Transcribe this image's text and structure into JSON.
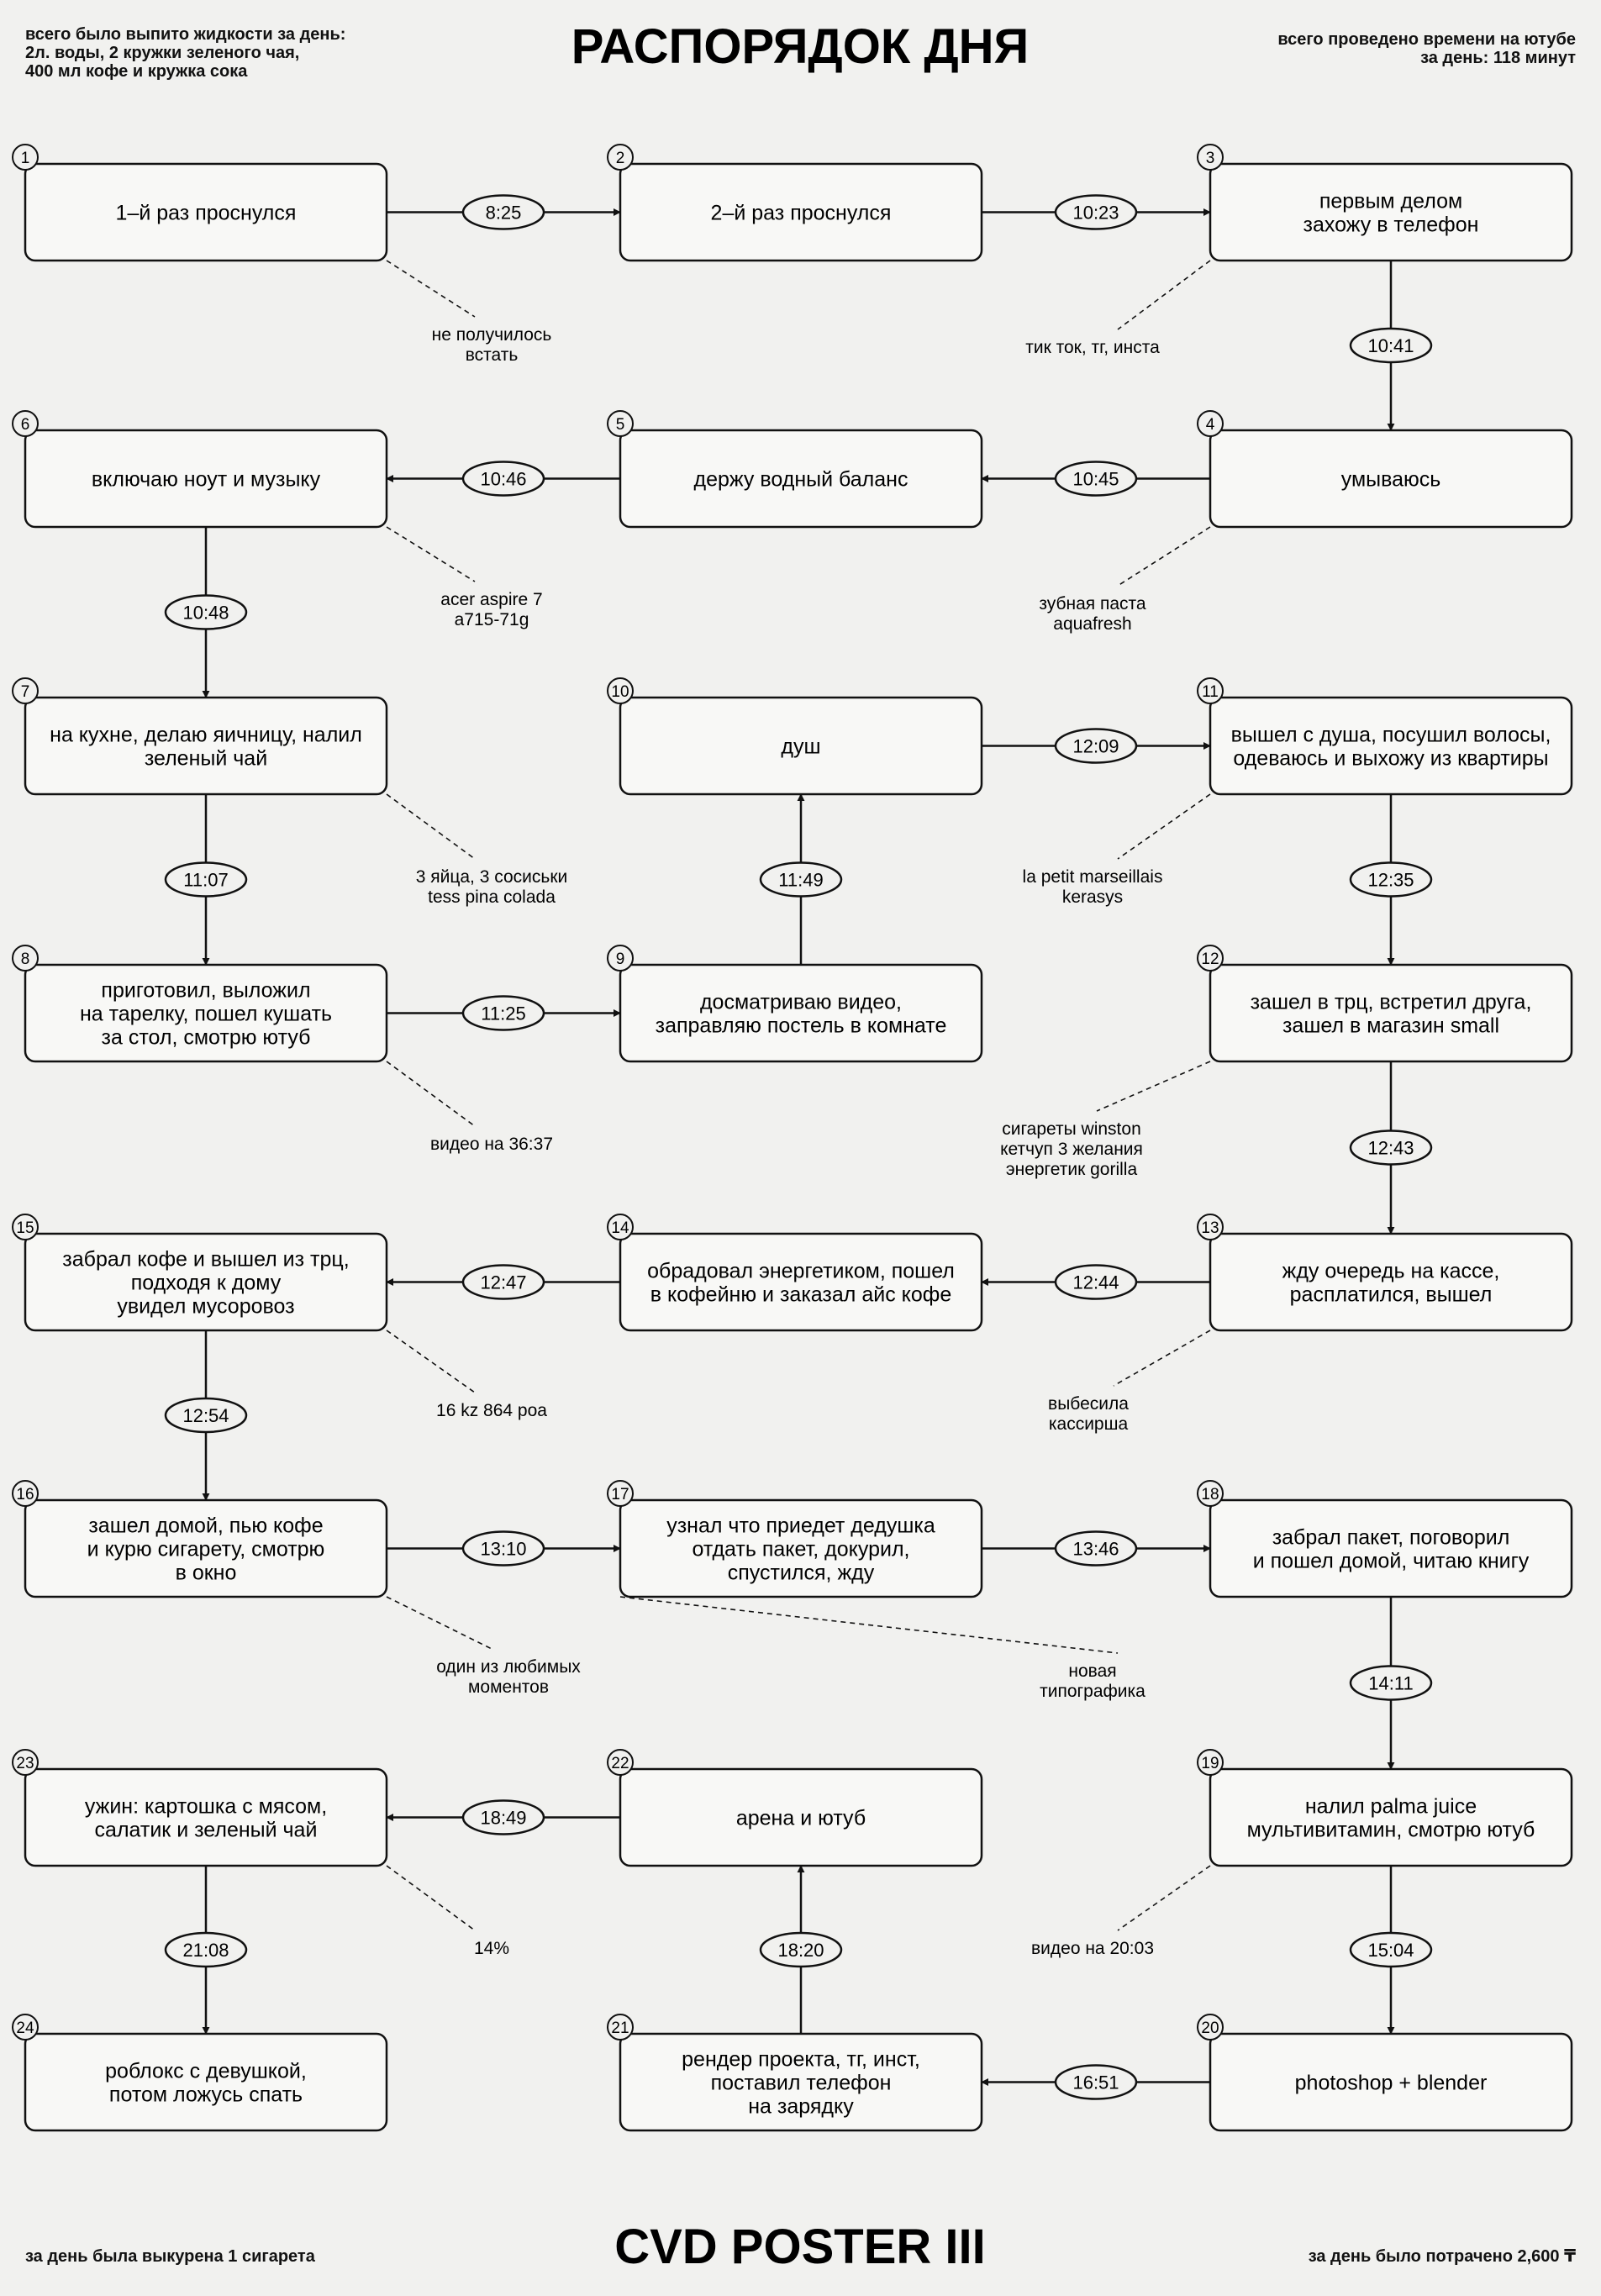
{
  "header": {
    "title": "РАСПОРЯДОК ДНЯ",
    "liquids": [
      "всего было выпито жидкости за день:",
      "2л. воды, 2 кружки зеленого чая,",
      "400 мл кофе и кружка сока"
    ],
    "youtube": [
      "всего проведено времени на ютубе",
      "за день: 118 минут"
    ]
  },
  "footer": {
    "title": "CVD POSTER III",
    "cigarettes": "за день была выкурена 1 сигарета",
    "spent": "за день было потрачено 2,600 ₸"
  },
  "steps": [
    {
      "num": "1",
      "lines": [
        "1–й раз проснулся"
      ]
    },
    {
      "num": "2",
      "lines": [
        "2–й раз проснулся"
      ]
    },
    {
      "num": "3",
      "lines": [
        "первым делом",
        "захожу в телефон"
      ]
    },
    {
      "num": "4",
      "lines": [
        "умываюсь"
      ]
    },
    {
      "num": "5",
      "lines": [
        "держу водный баланс"
      ]
    },
    {
      "num": "6",
      "lines": [
        "включаю ноут и музыку"
      ]
    },
    {
      "num": "7",
      "lines": [
        "на кухне, делаю яичницу, налил",
        "зеленый чай"
      ]
    },
    {
      "num": "8",
      "lines": [
        "приготовил, выложил",
        "на тарелку, пошел кушать",
        "за стол, смотрю ютуб"
      ]
    },
    {
      "num": "9",
      "lines": [
        "досматриваю видео,",
        "заправляю постель в комнате"
      ]
    },
    {
      "num": "10",
      "lines": [
        "душ"
      ]
    },
    {
      "num": "11",
      "lines": [
        "вышел с душа, посушил волосы,",
        "одеваюсь и выхожу из квартиры"
      ]
    },
    {
      "num": "12",
      "lines": [
        "зашел в трц, встретил друга,",
        "зашел в магазин small"
      ]
    },
    {
      "num": "13",
      "lines": [
        "жду очередь на кассе,",
        "расплатился, вышел"
      ]
    },
    {
      "num": "14",
      "lines": [
        "обрадовал энергетиком, пошел",
        "в кофейню и заказал айс кофе"
      ]
    },
    {
      "num": "15",
      "lines": [
        "забрал кофе и вышел из трц,",
        "подходя к дому",
        "увидел мусоровоз"
      ]
    },
    {
      "num": "16",
      "lines": [
        "зашел домой, пью кофе",
        "и курю сигарету, смотрю",
        "в окно"
      ]
    },
    {
      "num": "17",
      "lines": [
        "узнал что приедет дедушка",
        "отдать пакет, докурил,",
        "спустился, жду"
      ]
    },
    {
      "num": "18",
      "lines": [
        "забрал пакет, поговорил",
        "и пошел домой, читаю книгу"
      ]
    },
    {
      "num": "19",
      "lines": [
        "налил palma juice",
        "мультивитамин, смотрю ютуб"
      ]
    },
    {
      "num": "20",
      "lines": [
        "photoshop + blender"
      ]
    },
    {
      "num": "21",
      "lines": [
        "рендер проекта, тг, инст,",
        "поставил телефон",
        "на зарядку"
      ]
    },
    {
      "num": "22",
      "lines": [
        "арена и ютуб"
      ]
    },
    {
      "num": "23",
      "lines": [
        "ужин: картошка с мясом,",
        "салатик и зеленый чай"
      ]
    },
    {
      "num": "24",
      "lines": [
        "роблокс с девушкой,",
        "потом ложусь спать"
      ]
    }
  ],
  "times": [
    "8:25",
    "10:23",
    "10:41",
    "10:45",
    "10:46",
    "10:48",
    "11:07",
    "11:25",
    "11:49",
    "12:09",
    "12:35",
    "12:43",
    "12:44",
    "12:47",
    "12:54",
    "13:10",
    "13:46",
    "14:11",
    "15:04",
    "16:51",
    "18:20",
    "18:49",
    "21:08"
  ],
  "notes": [
    {
      "lines": [
        "не получилось",
        "встать"
      ]
    },
    {
      "lines": [
        "тик ток, тг, инста"
      ]
    },
    {
      "lines": [
        "зубная паста",
        "aquafresh"
      ]
    },
    {
      "lines": [
        "acer aspire 7",
        "a715-71g"
      ]
    },
    {
      "lines": [
        "3 яйца, 3 сосиськи",
        "tess pina colada"
      ]
    },
    {
      "lines": [
        "видео на 36:37"
      ]
    },
    {
      "lines": [
        "la petit marseillais",
        "kerasys"
      ]
    },
    {
      "lines": [
        "сигареты winston",
        "кетчуп 3 желания",
        "энергетик gorilla"
      ]
    },
    {
      "lines": [
        "выбесила",
        "кассирша"
      ]
    },
    {
      "lines": [
        "16 kz 864 poa"
      ]
    },
    {
      "lines": [
        "один из любимых",
        "моментов"
      ]
    },
    {
      "lines": [
        "новая",
        "типографика"
      ]
    },
    {
      "lines": [
        "видео на 20:03"
      ]
    },
    {
      "lines": [
        "14%"
      ]
    }
  ],
  "colors": {
    "ink": "#111111",
    "paper": "#f1f1ef",
    "box_fill": "#f8f8f6"
  }
}
